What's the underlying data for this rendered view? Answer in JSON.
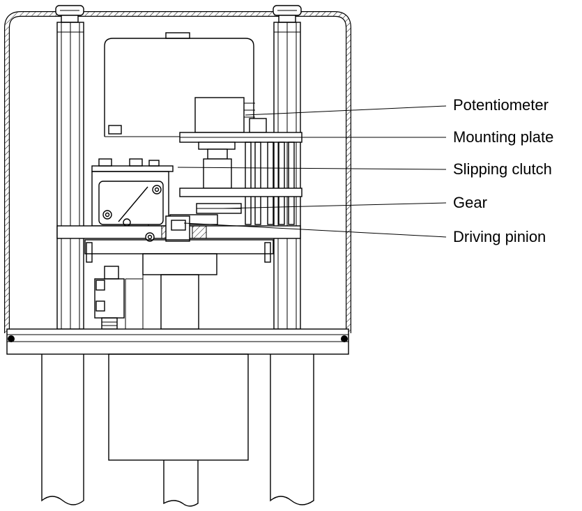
{
  "labels": {
    "potentiometer": "Potentiometer",
    "mounting_plate": "Mounting plate",
    "slipping_clutch": "Slipping clutch",
    "gear": "Gear",
    "driving_pinion": "Driving pinion"
  },
  "colors": {
    "line": "#000000",
    "background": "#ffffff"
  }
}
